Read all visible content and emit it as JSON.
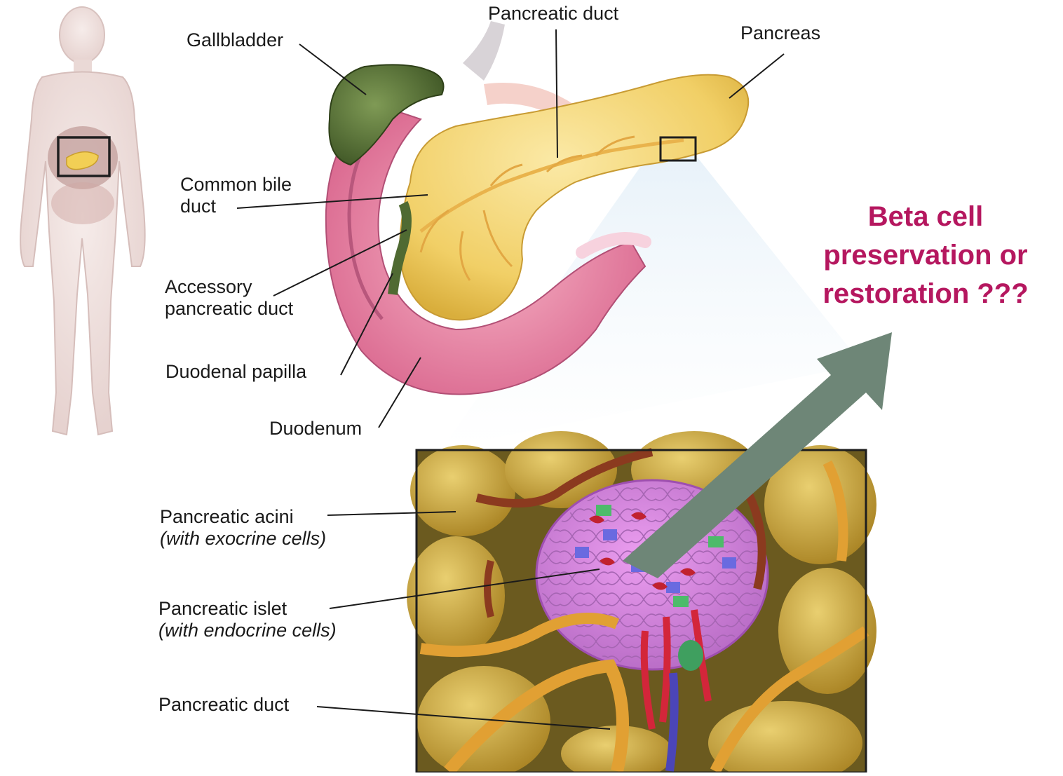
{
  "labels": {
    "gallbladder": "Gallbladder",
    "pancreatic_duct_top": "Pancreatic duct",
    "pancreas": "Pancreas",
    "common_bile_duct_line1": "Common bile",
    "common_bile_duct_line2": "duct",
    "accessory_line1": "Accessory",
    "accessory_line2": "pancreatic duct",
    "duodenal_papilla": "Duodenal papilla",
    "duodenum": "Duodenum",
    "acini_line1": "Pancreatic acini",
    "acini_line2": "(with exocrine cells)",
    "islet_line1": "Pancreatic islet",
    "islet_line2": "(with endocrine cells)",
    "pancreatic_duct_bottom": "Pancreatic duct"
  },
  "callout": {
    "line1": "Beta cell",
    "line2": "preservation or",
    "line3": "restoration ???"
  },
  "colors": {
    "callout_text": "#b5175f",
    "arrow": "#6e8677",
    "pancreas": "#f2d270",
    "duodenum": "#e98aa9",
    "gallbladder": "#4f6a32",
    "islet": "#c77fd2",
    "acini": "#c7a43a"
  }
}
